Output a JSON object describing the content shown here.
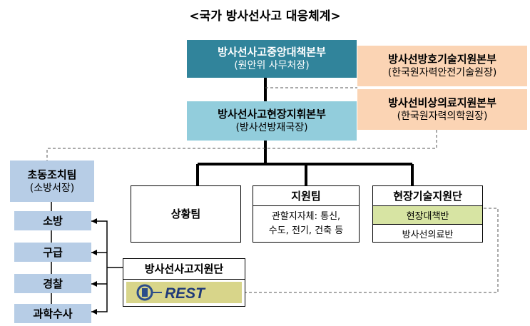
{
  "title": "<국가 방사선사고 대응체계>",
  "headquarters": {
    "name": "방사선사고중앙대책본부",
    "sub": "(원안위 사무처장)"
  },
  "field_headquarters": {
    "name": "방사선사고현장지휘본부",
    "sub": "(방사선방재국장)"
  },
  "support_hq_1": {
    "name": "방사선방호기술지원본부",
    "sub": "(한국원자력안전기술원장)"
  },
  "support_hq_2": {
    "name": "방사선비상의료지원본부",
    "sub": "(한국원자력의학원장)"
  },
  "initial_team": {
    "name": "초동조치팀",
    "sub": "(소방서장)"
  },
  "agencies": [
    "소방",
    "구급",
    "경찰",
    "과학수사"
  ],
  "situation_team": {
    "name": "상황팀"
  },
  "support_team": {
    "name": "지원팀",
    "desc_line1": "관할지자체: 통신,",
    "desc_line2": "수도, 전기, 건축 등"
  },
  "tech_support": {
    "name": "현장기술지원단",
    "units": [
      "현장대책반",
      "방사선의료반"
    ]
  },
  "accident_support": {
    "name": "방사선사고지원단",
    "logo_text": "REST"
  },
  "colors": {
    "hq": "#31849b",
    "field": "#92cddc",
    "support": "#fbd4b4",
    "initial": "#b7cde6",
    "tech_highlight": "#d7e4a3",
    "logo_bg": "#d8d58a"
  }
}
